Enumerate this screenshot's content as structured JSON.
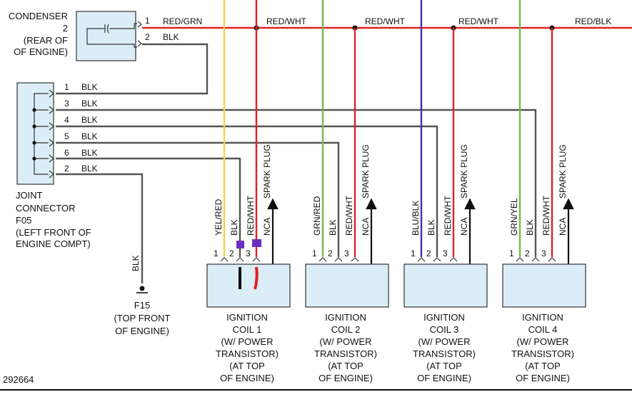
{
  "condenser": {
    "label_lines": [
      "CONDENSER",
      "2",
      "(REAR OF",
      "OF ENGINE)"
    ],
    "pins": [
      {
        "num": "1",
        "wire": "RED/GRN"
      },
      {
        "num": "2",
        "wire": "BLK"
      }
    ]
  },
  "top_wire_labels": [
    "RED/WHT",
    "RED/WHT",
    "RED/WHT",
    "RED/BLK"
  ],
  "joint": {
    "label_lines": [
      "JOINT",
      "CONNECTOR",
      "F05",
      "(LEFT FRONT OF",
      "ENGINE COMPT)"
    ],
    "pins": [
      {
        "num": "1",
        "wire": "BLK"
      },
      {
        "num": "3",
        "wire": "BLK"
      },
      {
        "num": "4",
        "wire": "BLK"
      },
      {
        "num": "5",
        "wire": "BLK"
      },
      {
        "num": "6",
        "wire": "BLK"
      },
      {
        "num": "2",
        "wire": "BLK"
      }
    ]
  },
  "ground": {
    "wire": "BLK",
    "label_lines": [
      "F15",
      "(TOP FRONT",
      "OF ENGINE)"
    ]
  },
  "coils": [
    {
      "wires": [
        "YEL/RED",
        "BLK",
        "RED/WHT",
        "NCA",
        "SPARK PLUG"
      ],
      "pins": [
        "1",
        "2",
        "3"
      ],
      "label_lines": [
        "IGNITION",
        "COIL 1",
        "(W/ POWER",
        "TRANSISTOR)",
        "(AT TOP",
        "OF ENGINE)"
      ]
    },
    {
      "wires": [
        "GRN/RED",
        "BLK",
        "RED/WHT",
        "NCA",
        "SPARK PLUG"
      ],
      "pins": [
        "1",
        "2",
        "3"
      ],
      "label_lines": [
        "IGNITION",
        "COIL 2",
        "(W/ POWER",
        "TRANSISTOR)",
        "(AT TOP",
        "OF ENGINE)"
      ]
    },
    {
      "wires": [
        "BLU/BLK",
        "BLK",
        "RED/WHT",
        "NCA",
        "SPARK PLUG"
      ],
      "pins": [
        "1",
        "2",
        "3"
      ],
      "label_lines": [
        "IGNITION",
        "COIL 3",
        "(W/ POWER",
        "TRANSISTOR)",
        "(AT TOP",
        "OF ENGINE)"
      ]
    },
    {
      "wires": [
        "GRN/YEL",
        "BLK",
        "RED/WHT",
        "NCA",
        "SPARK PLUG"
      ],
      "pins": [
        "1",
        "2",
        "3"
      ],
      "label_lines": [
        "IGNITION",
        "COIL 4",
        "(W/ POWER",
        "TRANSISTOR)",
        "(AT TOP",
        "OF ENGINE)"
      ]
    }
  ],
  "figure_id": "292664",
  "colors": {
    "red": "#e02020",
    "black": "#555555",
    "yellow": "#f5d24a",
    "green": "#6cc04a",
    "blue": "#4b2ab8",
    "purple": "#6a2fc0",
    "box_fill": "#dbeef7"
  }
}
